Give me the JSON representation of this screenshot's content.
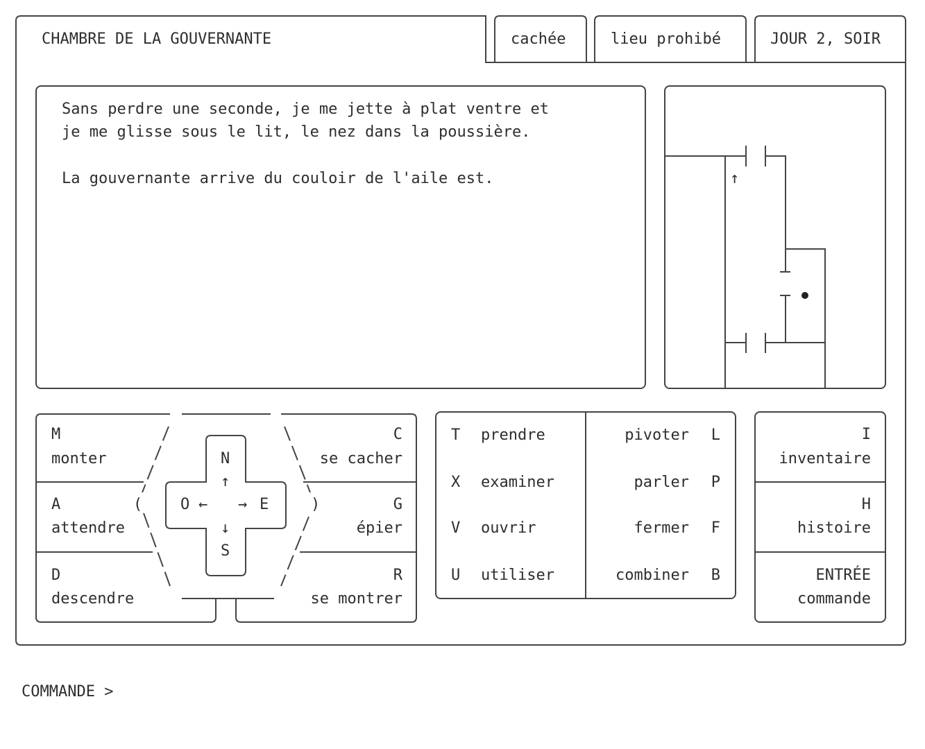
{
  "header": {
    "location": "CHAMBRE DE LA GOUVERNANTE",
    "tags": [
      "cachée",
      "lieu prohibé",
      "JOUR 2, SOIR"
    ]
  },
  "narrative": {
    "lines": [
      "Sans perdre une seconde, je me jette à plat ventre et",
      "je me glisse sous le lit, le nez dans la poussière.",
      "La gouvernante arrive du couloir de l'aile est."
    ]
  },
  "map": {
    "arrow": "↑",
    "player_icon": "player-dot"
  },
  "movement": {
    "monter": {
      "key": "M",
      "label": "monter"
    },
    "attendre": {
      "key": "A",
      "label": "attendre"
    },
    "descendre": {
      "key": "D",
      "label": "descendre"
    },
    "cacher": {
      "key": "C",
      "label": "se cacher"
    },
    "epier": {
      "key": "G",
      "label": "épier"
    },
    "montrer": {
      "key": "R",
      "label": "se montrer"
    },
    "compass": {
      "n": "N",
      "s": "S",
      "o": "O",
      "e": "E",
      "up": "↑",
      "down": "↓",
      "left": "←",
      "right": "→"
    }
  },
  "actions": {
    "left": [
      {
        "key": "T",
        "label": "prendre"
      },
      {
        "key": "X",
        "label": "examiner"
      },
      {
        "key": "V",
        "label": "ouvrir"
      },
      {
        "key": "U",
        "label": "utiliser"
      }
    ],
    "right": [
      {
        "key": "L",
        "label": "pivoter"
      },
      {
        "key": "P",
        "label": "parler"
      },
      {
        "key": "F",
        "label": "fermer"
      },
      {
        "key": "B",
        "label": "combiner"
      }
    ]
  },
  "system": [
    {
      "key": "I",
      "label": "inventaire"
    },
    {
      "key": "H",
      "label": "histoire"
    },
    {
      "key": "ENTRÉE",
      "label": "commande"
    }
  ],
  "prompt": "COMMANDE >"
}
